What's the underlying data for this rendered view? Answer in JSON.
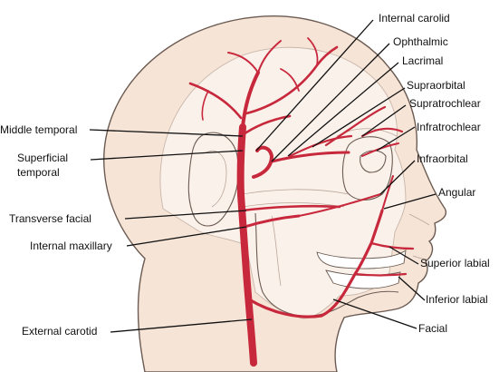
{
  "labels": {
    "internal_carotid": "Internal carolid",
    "ophthalmic": "Ophthalmic",
    "lacrimal": "Lacrimal",
    "supraorbital": "Supraorbital",
    "supratrochlear": "Supratrochlear",
    "infratrochlear": "Infratrochlear",
    "infraorbital": "Infraorbital",
    "angular": "Angular",
    "superior_labial": "Superior labial",
    "inferior_labial": "Inferior labial",
    "facial": "Facial",
    "middle_temporal": "Middle temporal",
    "superficial_temporal_1": "Superficial",
    "superficial_temporal_2": "temporal",
    "transverse_facial": "Transverse facial",
    "internal_maxillary": "Internal maxillary",
    "external_carotid": "External carotid"
  },
  "colors": {
    "artery": "#c8283c",
    "skin": "#f6e4d7",
    "skull": "#faf1ea",
    "outline": "#6b5b52"
  }
}
